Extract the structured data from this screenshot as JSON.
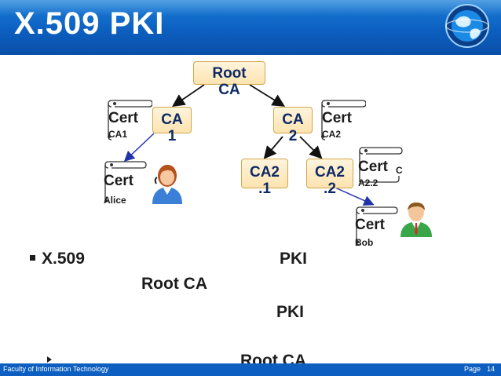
{
  "slide": {
    "title": "X.509 PKI",
    "colors": {
      "header": "#0c5fc0",
      "node_fill": "#fde3b0",
      "node_border": "#d2a64a",
      "node_text": "#0d2a66",
      "arrow": "#111111",
      "cert_arrow": "#2233aa"
    },
    "icons": [
      "globe-icon",
      "certificate-scroll-icon",
      "alice-avatar-icon",
      "bob-avatar-icon",
      "bullet-square-icon",
      "bullet-triangle-icon"
    ]
  },
  "diagram": {
    "root": {
      "line1": "Root",
      "line2": "CA"
    },
    "ca1": {
      "line1": "CA",
      "line2": "1"
    },
    "ca2": {
      "line1": "CA",
      "line2": "2"
    },
    "ca21": {
      "line1": "CA2",
      "line2": ".1"
    },
    "ca22": {
      "line1": "CA2",
      "line2": ".2"
    },
    "certs": {
      "ca1": {
        "word": "Cert",
        "sub": "CA1"
      },
      "ca2": {
        "word": "Cert",
        "sub": "CA2"
      },
      "alice": {
        "word": "Cert",
        "sub": "Alice"
      },
      "ca22": {
        "word": "Cert",
        "sub": "A2.2",
        "suffix": "C"
      },
      "bob": {
        "word": "Cert",
        "sub": "Bob"
      }
    }
  },
  "body": {
    "line1_a": "X.509",
    "line1_b": "PKI",
    "line2": "Root CA",
    "line3": "PKI",
    "line4": "Root CA"
  },
  "footer": {
    "left": "Faculty of Information Technology",
    "page_label": "Page",
    "page_number": "14"
  }
}
